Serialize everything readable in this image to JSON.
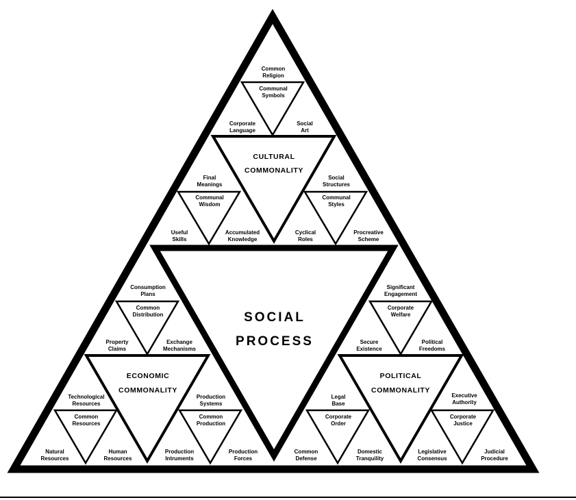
{
  "center": [
    "SOCIAL",
    "PROCESS"
  ],
  "commonalities": {
    "cultural": [
      "CULTURAL",
      "COMMONALITY"
    ],
    "economic": [
      "ECONOMIC",
      "COMMONALITY"
    ],
    "political": [
      "POLITICAL",
      "COMMONALITY"
    ]
  },
  "cultural": {
    "top": {
      "apex": [
        "Common",
        "Religion"
      ],
      "center": [
        "Communal",
        "Symbols"
      ],
      "left": [
        "Corporate",
        "Language"
      ],
      "right": [
        "Social",
        "Art"
      ]
    },
    "left": {
      "apex": [
        "Final",
        "Meanings"
      ],
      "center": [
        "Communal",
        "Wisdom"
      ],
      "left": [
        "Useful",
        "Skills"
      ],
      "right": [
        "Accumulated",
        "Knowledge"
      ]
    },
    "right": {
      "apex": [
        "Social",
        "Structures"
      ],
      "center": [
        "Communal",
        "Styles"
      ],
      "left": [
        "Cyclical",
        "Roles"
      ],
      "right": [
        "Procreative",
        "Scheme"
      ]
    }
  },
  "economic": {
    "top": {
      "apex": [
        "Consumption",
        "Plans"
      ],
      "center": [
        "Common",
        "Distribution"
      ],
      "left": [
        "Property",
        "Claims"
      ],
      "right": [
        "Exchange",
        "Mechanisms"
      ]
    },
    "left": {
      "apex": [
        "Technological",
        "Resources"
      ],
      "center": [
        "Common",
        "Resources"
      ],
      "left": [
        "Natural",
        "Resources"
      ],
      "right": [
        "Human",
        "Resources"
      ]
    },
    "right": {
      "apex": [
        "Production",
        "Systems"
      ],
      "center": [
        "Common",
        "Production"
      ],
      "left": [
        "Production",
        "Intruments"
      ],
      "right": [
        "Production",
        "Forces"
      ]
    }
  },
  "political": {
    "top": {
      "apex": [
        "Significant",
        "Engagement"
      ],
      "center": [
        "Corporate",
        "Welfare"
      ],
      "left": [
        "Secure",
        "Existence"
      ],
      "right": [
        "Political",
        "Freedoms"
      ]
    },
    "left": {
      "apex": [
        "Legal",
        "Base"
      ],
      "center": [
        "Corporate",
        "Order"
      ],
      "left": [
        "Common",
        "Defense"
      ],
      "right": [
        "Domestic",
        "Tranquility"
      ]
    },
    "right": {
      "apex": [
        "Executive",
        "Authority"
      ],
      "center": [
        "Corporate",
        "Justice"
      ],
      "left": [
        "Legislative",
        "Consensus"
      ],
      "right": [
        "Judicial",
        "Procedure"
      ]
    }
  }
}
